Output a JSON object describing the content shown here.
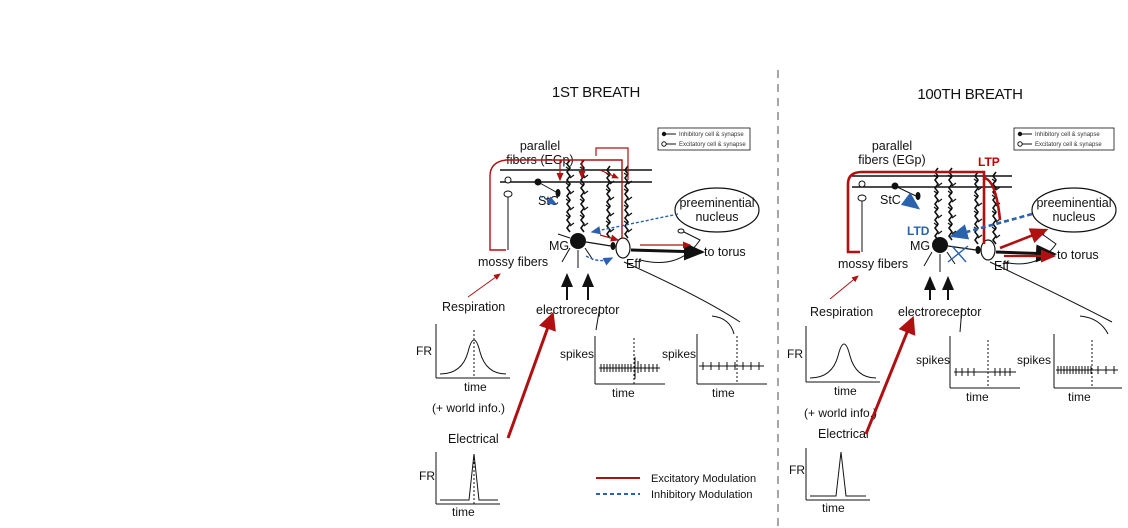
{
  "left_panel": {
    "title": "1ST BREATH",
    "labels": {
      "parallel": "parallel",
      "fibers": "fibers (EGp)",
      "stc": "StC",
      "mg": "MG",
      "preeminential_1": "preeminential",
      "preeminential_2": "nucleus",
      "to_torus": "to torus",
      "mossy": "mossy fibers",
      "eff": "Eff",
      "electroreceptor": "electroreceptor",
      "respiration": "Respiration",
      "fr_top": "FR",
      "time_top": "time",
      "world": "(+ world info.)",
      "electrical": "Electrical",
      "fr_bottom": "FR",
      "time_bottom": "time",
      "spikes1": "spikes",
      "time_sp1": "time",
      "spikes2": "spikes",
      "time_sp2": "time"
    },
    "legend_small": {
      "inhibitory": "Inhibitory cell & synapse",
      "excitatory": "Excitatory cell & synapse"
    },
    "legend": {
      "excitatory": "Excitatory Modulation",
      "inhibitory": "Inhibitory Modulation"
    }
  },
  "right_panel": {
    "title": "100TH BREATH",
    "labels": {
      "parallel": "parallel",
      "fibers": "fibers (EGp)",
      "stc": "StC",
      "mg": "MG",
      "ltp": "LTP",
      "ltd": "LTD",
      "preeminential_1": "preeminential",
      "preeminential_2": "nucleus",
      "to_torus": "to torus",
      "mossy": "mossy fibers",
      "eff": "Eff",
      "electroreceptor": "electroreceptor",
      "respiration": "Respiration",
      "fr_top": "FR",
      "time_top": "time",
      "world": "(+ world info.)",
      "electrical": "Electrical",
      "fr_bottom": "FR",
      "time_bottom": "time",
      "spikes1": "spikes",
      "time_sp1": "time",
      "spikes2": "spikes",
      "time_sp2": "time"
    },
    "legend_small": {
      "inhibitory": "Inhibitory cell & synapse",
      "excitatory": "Excitatory cell & synapse"
    }
  },
  "colors": {
    "excitatory": "#b01010",
    "inhibitory": "#2a62b0",
    "ink": "#111111",
    "divider": "#888888"
  }
}
